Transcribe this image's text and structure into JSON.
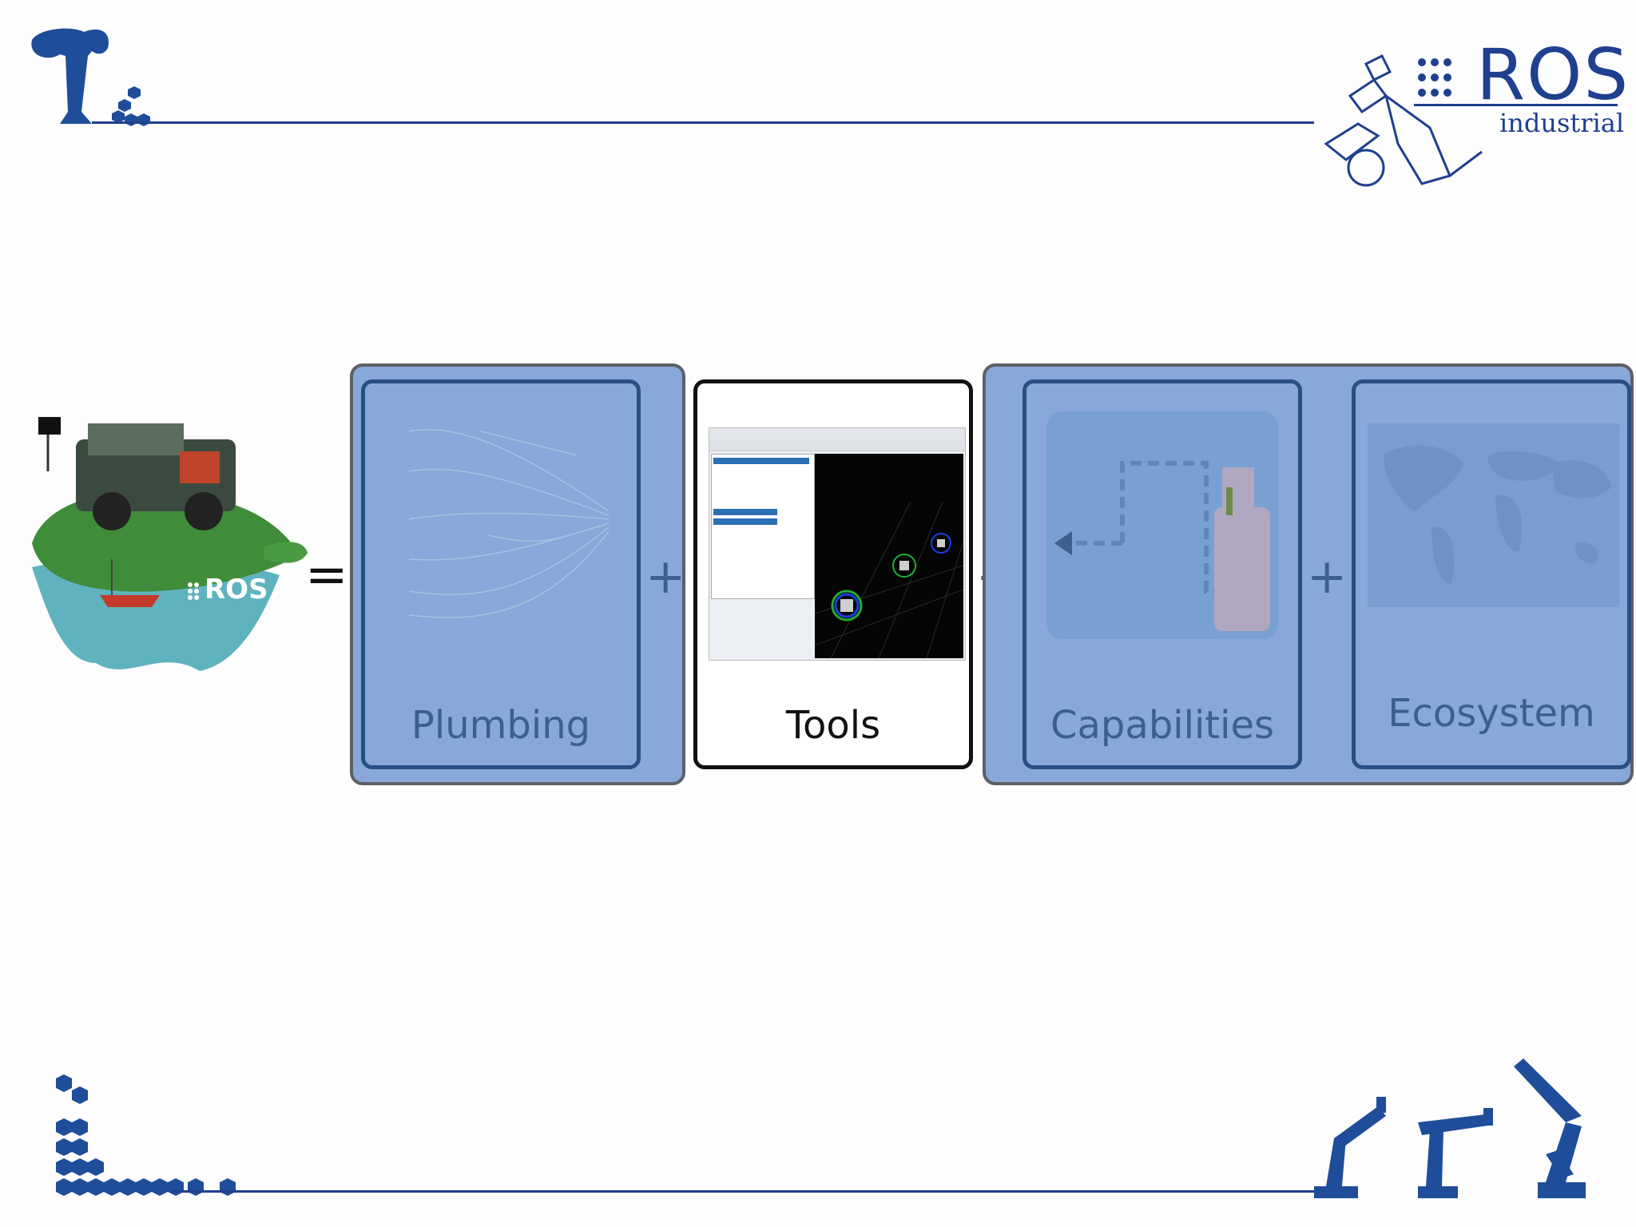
{
  "header": {
    "logo_word": "ROS",
    "logo_sub": "industrial"
  },
  "equation": {
    "equals": "=",
    "plus": "+"
  },
  "cards": {
    "plumbing": "Plumbing",
    "tools": "Tools",
    "capabilities": "Capabilities",
    "ecosystem": "Ecosystem"
  },
  "ros_turtle": {
    "label": "ROS"
  },
  "colors": {
    "brand_blue": "#1f3f8f",
    "panel_blue": "#87a8d8",
    "label_blue": "#3d5f8e"
  }
}
